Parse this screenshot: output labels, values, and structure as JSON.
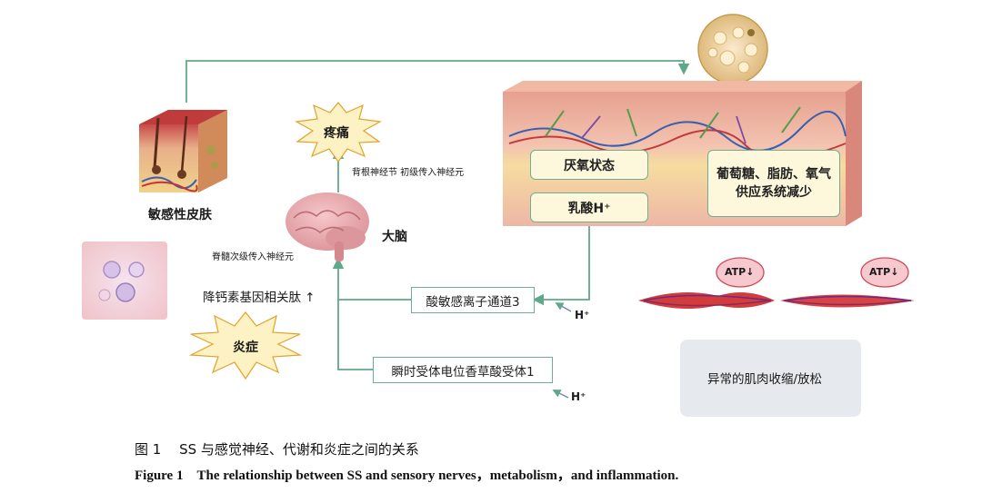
{
  "labels": {
    "sensitive_skin": "敏感性皮肤",
    "pain": "疼痛",
    "inflammation": "炎症",
    "brain": "大脑",
    "drg_neuron": "背根神经节 初级传入神经元",
    "spinal_neuron": "脊髓次级传入神经元",
    "cgrp": "降钙素基因相关肽 ↑",
    "hypoxia": "厌氧状态",
    "lactate": "乳酸H⁺",
    "supply": "葡萄糖、脂肪、氧气\n供应系统减少",
    "asic": "酸敏感离子通道3",
    "trpv1": "瞬时受体电位香草酸受体1",
    "h_plus_1": "H⁺",
    "h_plus_2": "H⁺",
    "atp_1": "ATP↓",
    "atp_2": "ATP↓",
    "muscle": "异常的肌肉收缩/放松"
  },
  "caption": {
    "cn": "图 1　 SS 与感觉神经、代谢和炎症之间的关系",
    "en": "Figure 1　The relationship between SS and sensory nerves，metabolism，and inflammation."
  },
  "colors": {
    "arrow": "#5fa98a",
    "box_fill": "#fdf7dc",
    "starburst": "#fdf2c4",
    "atp_fill": "#f7c9cf",
    "muscle_box": "#e6e9ee"
  }
}
